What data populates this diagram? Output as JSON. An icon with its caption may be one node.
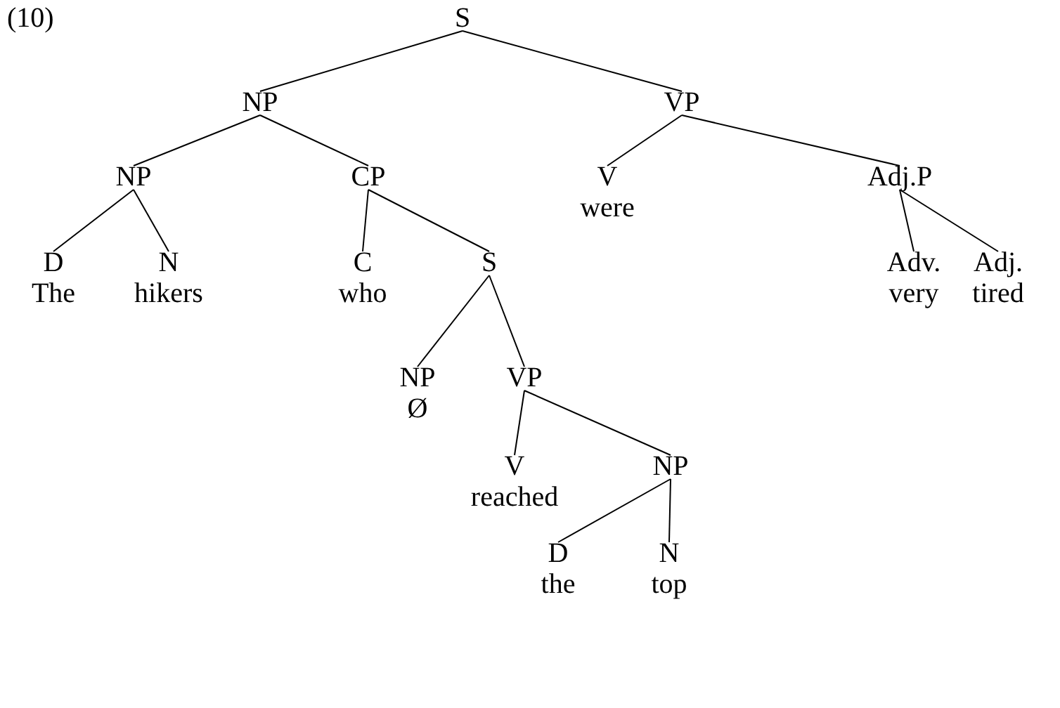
{
  "diagram": {
    "nodes": [
      {
        "text": [
          "S"
        ]
      },
      {
        "text": [
          "NP"
        ]
      },
      {
        "text": [
          "VP"
        ]
      },
      {
        "text": [
          "NP"
        ]
      },
      {
        "text": [
          "CP"
        ]
      },
      {
        "text": [
          "V",
          "were"
        ]
      },
      {
        "text": [
          "Adj.P"
        ]
      },
      {
        "text": [
          "D",
          "The"
        ]
      },
      {
        "text": [
          "N",
          "hikers"
        ]
      },
      {
        "text": [
          "C",
          "who"
        ]
      },
      {
        "text": [
          "S"
        ]
      },
      {
        "text": [
          "Adv.",
          "very"
        ]
      },
      {
        "text": [
          "Adj.",
          "tired"
        ]
      },
      {
        "text": [
          "NP",
          "Ø"
        ]
      },
      {
        "text": [
          "VP"
        ]
      },
      {
        "text": [
          "V",
          "reached"
        ]
      },
      {
        "text": [
          "NP"
        ]
      },
      {
        "text": [
          "D",
          "the"
        ]
      },
      {
        "text": [
          "N",
          "top"
        ]
      }
    ],
    "edges": [
      {
        "from": 0,
        "to": 1,
        "arrow": "none"
      },
      {
        "from": 0,
        "to": 2,
        "arrow": "none"
      },
      {
        "from": 1,
        "to": 3,
        "arrow": "none"
      },
      {
        "from": 1,
        "to": 4,
        "arrow": "none"
      },
      {
        "from": 2,
        "to": 5,
        "arrow": "none"
      },
      {
        "from": 2,
        "to": 6,
        "arrow": "none"
      },
      {
        "from": 3,
        "to": 7,
        "arrow": "none"
      },
      {
        "from": 3,
        "to": 8,
        "arrow": "none"
      },
      {
        "from": 4,
        "to": 9,
        "arrow": "none"
      },
      {
        "from": 4,
        "to": 10,
        "arrow": "none"
      },
      {
        "from": 6,
        "to": 11,
        "arrow": "none"
      },
      {
        "from": 6,
        "to": 12,
        "arrow": "none"
      },
      {
        "from": 10,
        "to": 13,
        "arrow": "none"
      },
      {
        "from": 10,
        "to": 14,
        "arrow": "none"
      },
      {
        "from": 14,
        "to": 15,
        "arrow": "none"
      },
      {
        "from": 14,
        "to": 16,
        "arrow": "none"
      },
      {
        "from": 16,
        "to": 17,
        "arrow": "none"
      },
      {
        "from": 16,
        "to": 18,
        "arrow": "none"
      }
    ],
    "labels": [
      "(10)"
    ]
  }
}
